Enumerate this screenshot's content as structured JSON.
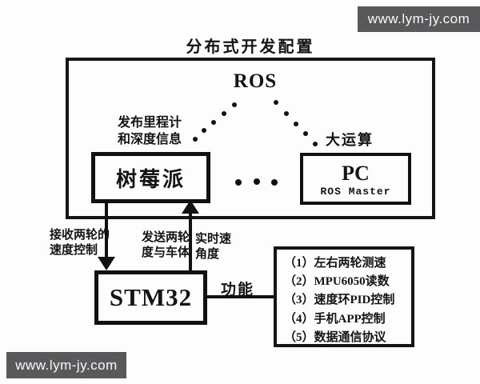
{
  "watermarks": {
    "top_right": "www.lym-jy.com",
    "bottom_left": "www.lym-jy.com"
  },
  "diagram": {
    "title": "分布式开发配置",
    "ros_label": "ROS",
    "publish_label_line1": "发布里程计",
    "publish_label_line2": "和深度信息",
    "big_compute_label": "大运算",
    "raspberry_pi_label": "树莓派",
    "pc_title": "PC",
    "pc_subtitle": "ROS Master",
    "stm32_label": "STM32",
    "receive_label_line1": "接收两轮的",
    "receive_label_line2": "速度控制",
    "send_label_left_line1": "发送两轮",
    "send_label_left_line2": "度与车体",
    "send_label_right_line1": "实时速",
    "send_label_right_line2": "角度",
    "function_label": "功能",
    "functions": [
      "（1）左右两轮测速",
      "（2）MPU6050读数",
      "（3）速度环PID控制",
      "（4）手机APP控制",
      "（5）数据通信协议"
    ]
  },
  "colors": {
    "line": "#111111",
    "watermark_bg": "#59595b",
    "watermark_text": "#fafafa",
    "background": "#fdfdfd"
  }
}
